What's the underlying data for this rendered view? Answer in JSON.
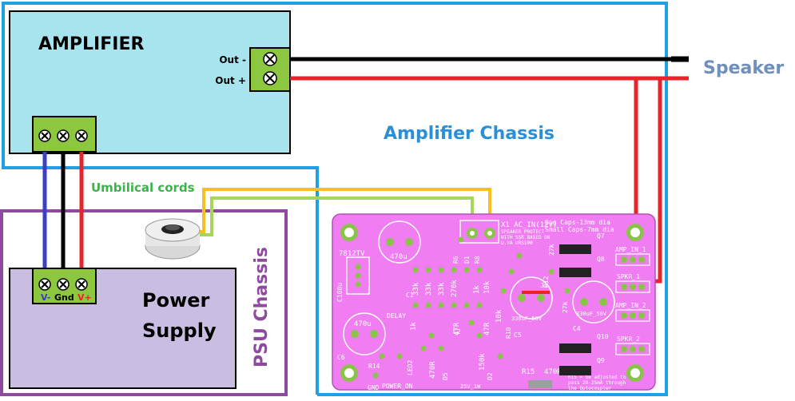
{
  "amplifier": {
    "title": "AMPLIFIER",
    "out_minus": "Out -",
    "out_plus": "Out +"
  },
  "speaker": {
    "label": "Speaker"
  },
  "amp_chassis": {
    "label": "Amplifier Chassis"
  },
  "umbilical": {
    "label": "Umbilical cords"
  },
  "psu": {
    "title_line1": "Power",
    "title_line2": "Supply",
    "v_minus": "V-",
    "gnd": "Gnd",
    "v_plus": "V+"
  },
  "psu_chassis": {
    "label": "PSU Chassis"
  },
  "pcb": {
    "ac_in": "X1 AC_IN(12V)",
    "ac_sub1": "SPEAKER PROTECT",
    "ac_sub2": "WITH SSR BASED ON",
    "ac_sub3": "U.YA URS100",
    "caps_note1": "Big Caps-13mm dia",
    "caps_note2": "Small Caps-7mm dia",
    "reg": "7812TV",
    "amp_in_1": "AMP_IN_1",
    "spkr_1": "SPKR_1",
    "amp_in_2": "AMP_IN_2",
    "spkr_2": "SPKR_2",
    "cap_470u": "470u",
    "cap_470u_b": "470u",
    "cap_330u": "330uF_50V",
    "cap_330u_b": "330uF_50V",
    "c1": "C1",
    "c2": "C2",
    "c4": "C4",
    "c5": "C5",
    "c6": "C6",
    "q7": "Q7",
    "q8": "Q8",
    "q9": "Q9",
    "q10": "Q10",
    "r15": "R15",
    "r10": "R10",
    "r12": "R12",
    "r14": "R14",
    "r8": "R8",
    "r6": "R6",
    "j1": "J1",
    "res_33k": "33k",
    "res_33k_b": "33k",
    "res_33k_c": "33k",
    "res_270k": "270k",
    "res_1k": "1k",
    "res_1k_b": "1k",
    "res_10k": "10k",
    "res_10k_b": "10k",
    "res_47r": "47R",
    "res_47r_b": "47R",
    "res_27k": "27k",
    "res_27k_b": "27k",
    "res_150k": "150k",
    "res_470r": "470R",
    "res_470r_b": "470R",
    "delay": "DELAY",
    "power_on": "POWER_ON",
    "gnd": "GND",
    "led2": "LED2",
    "c100u": "C100u",
    "d1": "D1",
    "d2": "D2",
    "d5": "D5",
    "note1": "R15 = be adjusted to",
    "note2": "pass 20-25mA through",
    "note3": "the Optocoupler",
    "v_rating": "25V_1W"
  },
  "colors": {
    "amp_fill": "#a8e4ed",
    "psu_fill": "#c9bde2",
    "terminal": "#8dc63f",
    "amp_chassis": "#1ea0e3",
    "psu_chassis": "#8e4a9e",
    "wire_red": "#e8232a",
    "wire_black": "#000000",
    "wire_blue": "#3a3fc4",
    "wire_yellow": "#f6c021",
    "wire_green": "#a6d65a",
    "pcb": "#f07ef2",
    "label_green": "#3bb34a",
    "label_blue": "#2b8fd8",
    "speaker_label": "#6f8fbf"
  }
}
